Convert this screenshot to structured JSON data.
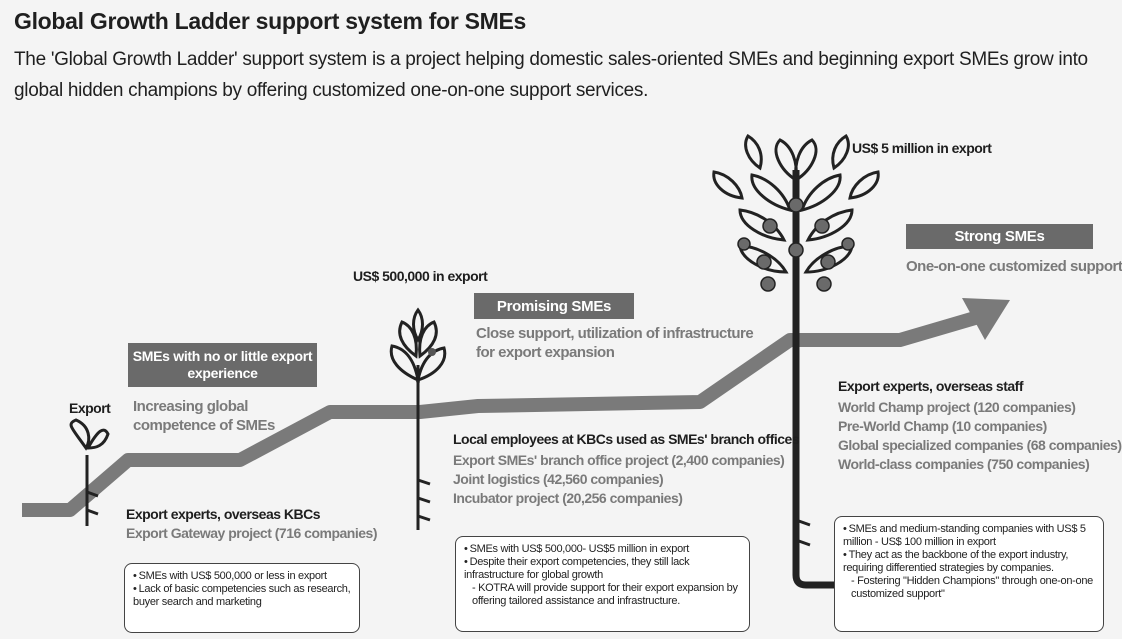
{
  "title": "Global Growth Ladder support system for SMEs",
  "intro": "The 'Global Growth Ladder' support system is a project helping domestic sales-oriented SMEs and beginning export SMEs grow into global hidden champions by offering customized one-on-one support services.",
  "stages": [
    {
      "threshold": "",
      "milestone": "Export",
      "badge": "SMEs with no or little export experience",
      "goal": "Increasing global competence of SMEs",
      "provider": "Export experts, overseas KBCs",
      "programs": [
        "Export Gateway project (716 companies)"
      ],
      "notes": [
        "SMEs with US$ 500,000 or less in export",
        "Lack of basic competencies such as research, buyer search and marketing"
      ],
      "subnotes": []
    },
    {
      "threshold": "US$ 500,000 in export",
      "milestone": "",
      "badge": "Promising SMEs",
      "goal": "Close support, utilization of infrastructure for export expansion",
      "provider": "Local employees at KBCs used as SMEs' branch offices",
      "programs": [
        "Export SMEs' branch office project (2,400 companies)",
        "Joint logistics (42,560 companies)",
        "Incubator project (20,256 companies)"
      ],
      "notes": [
        "SMEs with US$ 500,000- US$5 million in export",
        "Despite their export competencies, they still lack infrastructure for global growth"
      ],
      "subnotes": [
        "- KOTRA will provide support for their export expansion by offering tailored assistance and infrastructure."
      ]
    },
    {
      "threshold": "US$ 5 million in export",
      "milestone": "",
      "badge": "Strong SMEs",
      "goal": "One-on-one customized support",
      "provider": "Export experts, overseas staff",
      "programs": [
        "World Champ project (120 companies)",
        "Pre-World Champ (10 companies)",
        "Global specialized companies (68 companies)",
        "World-class companies (750 companies)"
      ],
      "notes": [
        "SMEs and medium-standing companies with US$ 5 million - US$ 100 million in export",
        "They act as the backbone of the export industry, requiring differentied strategies by companies."
      ],
      "subnotes": [
        "- Fostering \"Hidden Champions\" through one-on-one customized support\""
      ]
    }
  ],
  "colors": {
    "ladder": "#7a7a7a",
    "badge": "#6a6a6a",
    "stem": "#3a3a3a",
    "fruit": "#6a6a6a"
  },
  "icons": [
    "sprout-icon",
    "young-tree-icon",
    "fruit-tree-icon",
    "growth-arrow-icon"
  ]
}
